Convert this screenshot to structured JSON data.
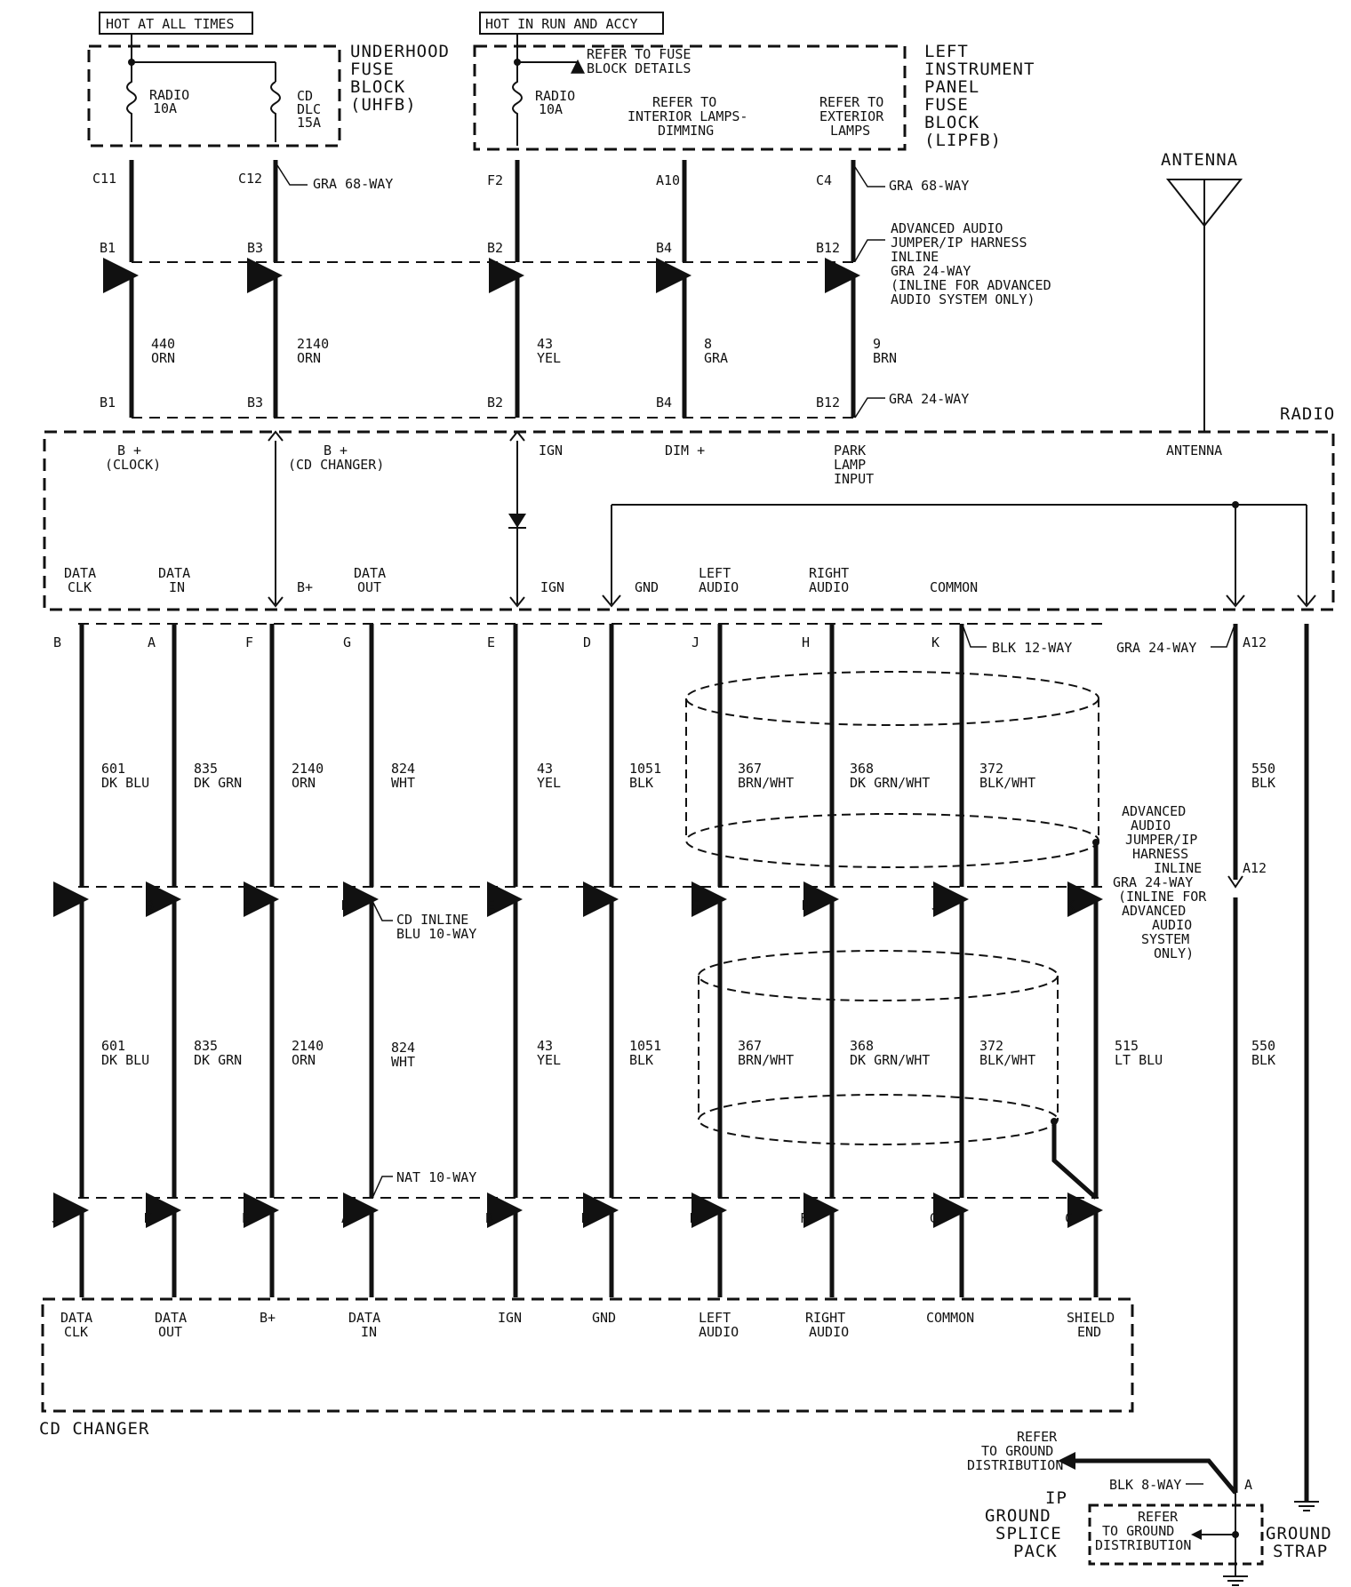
{
  "headers": {
    "hot_at_all_times": "HOT AT ALL TIMES",
    "hot_in_run_accy": "HOT IN RUN AND ACCY"
  },
  "uhfb": {
    "title": [
      "UNDERHOOD",
      "FUSE",
      "BLOCK",
      "(UHFB)"
    ],
    "fuse1": [
      "RADIO",
      "10A"
    ],
    "fuse2": [
      "CD",
      "DLC",
      "15A"
    ]
  },
  "lipfb": {
    "title": [
      "LEFT",
      "INSTRUMENT",
      "PANEL",
      "FUSE",
      "BLOCK",
      "(LIPFB)"
    ],
    "fuse": [
      "RADIO",
      "10A"
    ],
    "refer_fuse": [
      "REFER TO FUSE",
      "BLOCK DETAILS"
    ],
    "refer_interior": [
      "REFER TO",
      "INTERIOR LAMPS-",
      "DIMMING"
    ],
    "refer_exterior": [
      "REFER TO",
      "EXTERIOR",
      "LAMPS"
    ]
  },
  "connectors": {
    "gra68_left": "GRA 68-WAY",
    "gra68_right": "GRA 68-WAY",
    "inline_note": [
      "ADVANCED AUDIO",
      "JUMPER/IP HARNESS",
      "INLINE",
      "GRA 24-WAY",
      "(INLINE FOR ADVANCED",
      "AUDIO SYSTEM ONLY)"
    ],
    "gra24": "GRA 24-WAY",
    "blk12": "BLK 12-WAY",
    "gra24_radio": "GRA 24-WAY",
    "cd_inline": [
      "CD INLINE",
      "BLU 10-WAY"
    ],
    "nat10": "NAT 10-WAY",
    "adv_note_right": [
      "ADVANCED",
      "AUDIO",
      "JUMPER/IP",
      "HARNESS",
      "INLINE",
      "GRA 24-WAY",
      "(INLINE FOR",
      "ADVANCED",
      "AUDIO",
      "SYSTEM",
      "ONLY)"
    ],
    "blk8": "BLK 8-WAY"
  },
  "pins_top": [
    "C11",
    "C12",
    "F2",
    "A10",
    "C4",
    "B1",
    "B3",
    "B2",
    "B4",
    "B12",
    "B1",
    "B3",
    "B2",
    "B4",
    "B12"
  ],
  "wires_top": [
    {
      "num": "440",
      "color": "ORN"
    },
    {
      "num": "2140",
      "color": "ORN"
    },
    {
      "num": "43",
      "color": "YEL"
    },
    {
      "num": "8",
      "color": "GRA"
    },
    {
      "num": "9",
      "color": "BRN"
    }
  ],
  "antenna": "ANTENNA",
  "radio": {
    "title": "RADIO",
    "top_labels": {
      "b_clock": [
        "B +",
        "(CLOCK)"
      ],
      "b_cd": [
        "B +",
        "(CD CHANGER)"
      ],
      "ign": "IGN",
      "dim": "DIM +",
      "park": [
        "PARK",
        "LAMP",
        "INPUT"
      ],
      "antenna": "ANTENNA"
    },
    "bottom_labels": {
      "data_clk": [
        "DATA",
        "CLK"
      ],
      "data_in": [
        "DATA",
        "IN"
      ],
      "bplus": "B+",
      "data_out": [
        "DATA",
        "OUT"
      ],
      "ign": "IGN",
      "gnd": "GND",
      "left_audio": [
        "LEFT",
        "AUDIO"
      ],
      "right_audio": [
        "RIGHT",
        "AUDIO"
      ],
      "common": "COMMON"
    }
  },
  "radio_pins": [
    "B",
    "A",
    "F",
    "G",
    "E",
    "D",
    "J",
    "H",
    "K",
    "A12"
  ],
  "mid_pins": [
    "C",
    "B",
    "A",
    "D",
    "E",
    "F",
    "G",
    "H",
    "J",
    "K",
    "A12"
  ],
  "cd_pins": [
    "J",
    "K",
    "E",
    "A",
    "B",
    "H",
    "D",
    "F",
    "G",
    "C",
    "A"
  ],
  "wires_mid": [
    {
      "num": "601",
      "color": "DK BLU"
    },
    {
      "num": "835",
      "color": "DK GRN"
    },
    {
      "num": "2140",
      "color": "ORN"
    },
    {
      "num": "824",
      "color": "WHT"
    },
    {
      "num": "43",
      "color": "YEL"
    },
    {
      "num": "1051",
      "color": "BLK"
    },
    {
      "num": "367",
      "color": "BRN/WHT"
    },
    {
      "num": "368",
      "color": "DK GRN/WHT"
    },
    {
      "num": "372",
      "color": "BLK/WHT"
    },
    {
      "num": "550",
      "color": "BLK"
    }
  ],
  "wires_low": [
    {
      "num": "601",
      "color": "DK BLU"
    },
    {
      "num": "835",
      "color": "DK GRN"
    },
    {
      "num": "2140",
      "color": "ORN"
    },
    {
      "num": "824",
      "color": "WHT"
    },
    {
      "num": "43",
      "color": "YEL"
    },
    {
      "num": "1051",
      "color": "BLK"
    },
    {
      "num": "367",
      "color": "BRN/WHT"
    },
    {
      "num": "368",
      "color": "DK GRN/WHT"
    },
    {
      "num": "372",
      "color": "BLK/WHT"
    },
    {
      "num": "515",
      "color": "LT BLU"
    },
    {
      "num": "550",
      "color": "BLK"
    }
  ],
  "cd_changer": {
    "title": "CD CHANGER",
    "labels": [
      [
        "DATA",
        "CLK"
      ],
      [
        "DATA",
        "OUT"
      ],
      [
        "B+"
      ],
      [
        "DATA",
        "IN"
      ],
      [
        "IGN"
      ],
      [
        "GND"
      ],
      [
        "LEFT",
        "AUDIO"
      ],
      [
        "RIGHT",
        "AUDIO"
      ],
      [
        "COMMON"
      ],
      [
        "SHIELD",
        "END"
      ]
    ]
  },
  "ground": {
    "refer_top": [
      "REFER",
      "TO GROUND",
      "DISTRIBUTION"
    ],
    "splice_pack": [
      "IP",
      "GROUND",
      "SPLICE",
      "PACK"
    ],
    "refer_box": [
      "REFER",
      "TO GROUND",
      "DISTRIBUTION"
    ],
    "strap": [
      "GROUND",
      "STRAP"
    ]
  }
}
